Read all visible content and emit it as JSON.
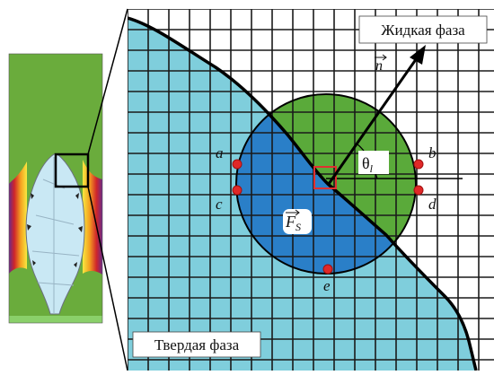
{
  "labels": {
    "liquid_phase": "Жидкая фаза",
    "solid_phase": "Твердая фаза",
    "normal_vector": "n",
    "angle": "θ",
    "angle_subscript": "l",
    "force": "F",
    "force_subscript": "S",
    "point_a": "a",
    "point_b": "b",
    "point_c": "c",
    "point_d": "d",
    "point_e": "e"
  },
  "colors": {
    "liquid_background": "#ffffff",
    "solid_phase_fill": "#7fcedc",
    "circle_liquid_part": "#5aaa3a",
    "circle_solid_part": "#2a7fc8",
    "grid_lines": "#1a1a1a",
    "marker_points": "#e02828",
    "center_cell": "#e03030",
    "thumbnail_background": "#6aac3c"
  },
  "icons": {
    "normal_arrow": "arrow-icon",
    "marker": "red-dot-icon"
  }
}
